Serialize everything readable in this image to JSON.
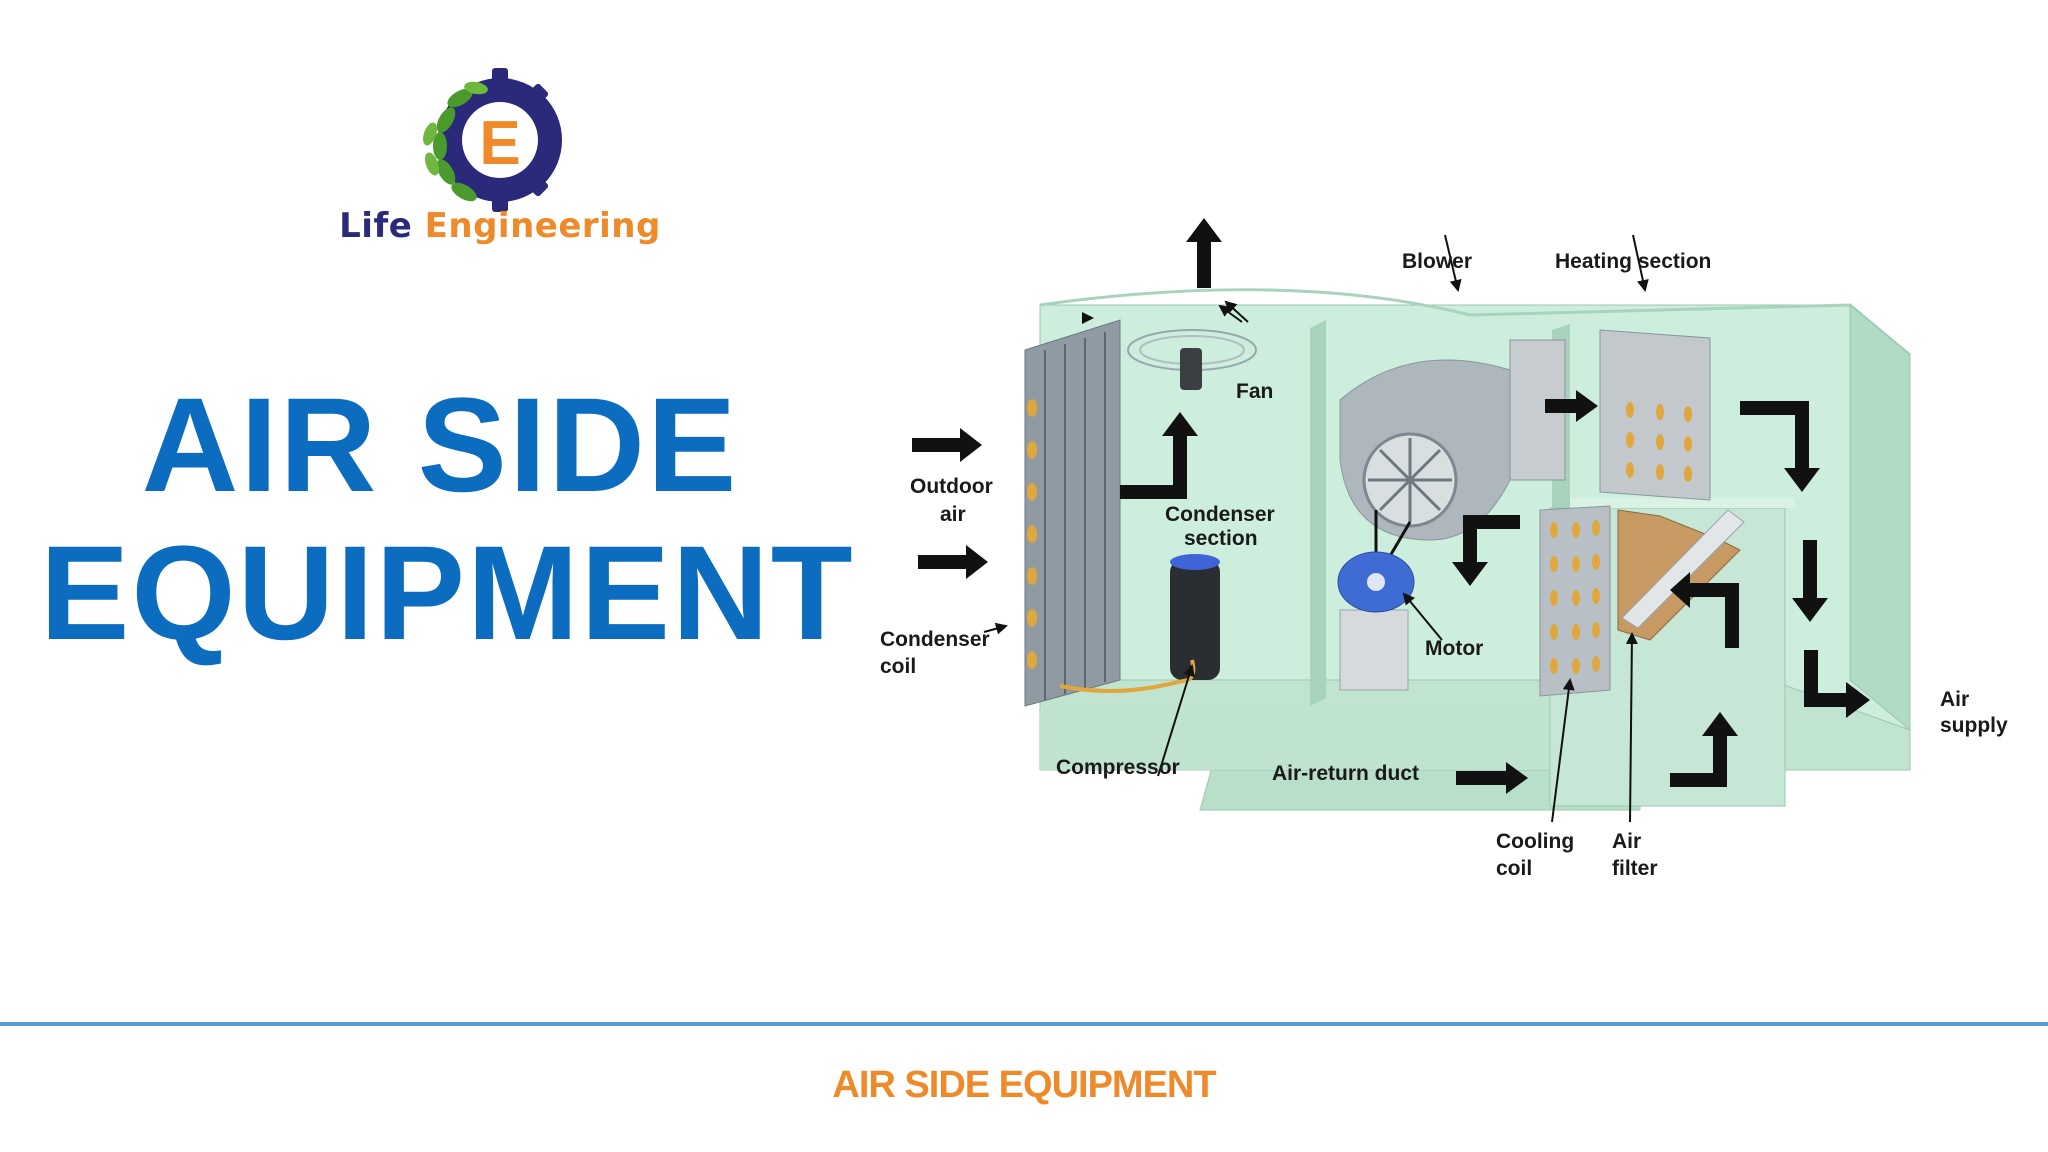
{
  "logo": {
    "word1": "Life",
    "word2": "Engineering",
    "letter": "E"
  },
  "title": {
    "line1": "AIR SIDE",
    "line2": "EQUIPMENT"
  },
  "diagram_labels": {
    "blower": "Blower",
    "heating_section": "Heating section",
    "fan": "Fan",
    "outdoor_air_1": "Outdoor",
    "outdoor_air_2": "air",
    "condenser_section_1": "Condenser",
    "condenser_section_2": "section",
    "condenser_coil_1": "Condenser",
    "condenser_coil_2": "coil",
    "motor": "Motor",
    "compressor": "Compressor",
    "air_return_duct": "Air-return duct",
    "cooling_coil_1": "Cooling",
    "cooling_coil_2": "coil",
    "air_filter_1": "Air",
    "air_filter_2": "filter",
    "air_supply_1": "Air",
    "air_supply_2": "supply"
  },
  "footer": {
    "text": "AIR SIDE EQUIPMENT"
  },
  "colors": {
    "title": "#0b6cc0",
    "footer_text": "#ee8a2a",
    "footer_line": "#5b9bd5",
    "logo_dark": "#2b2a7a",
    "logo_orange": "#ee8a2a",
    "unit_body": "#bfe3d0"
  }
}
